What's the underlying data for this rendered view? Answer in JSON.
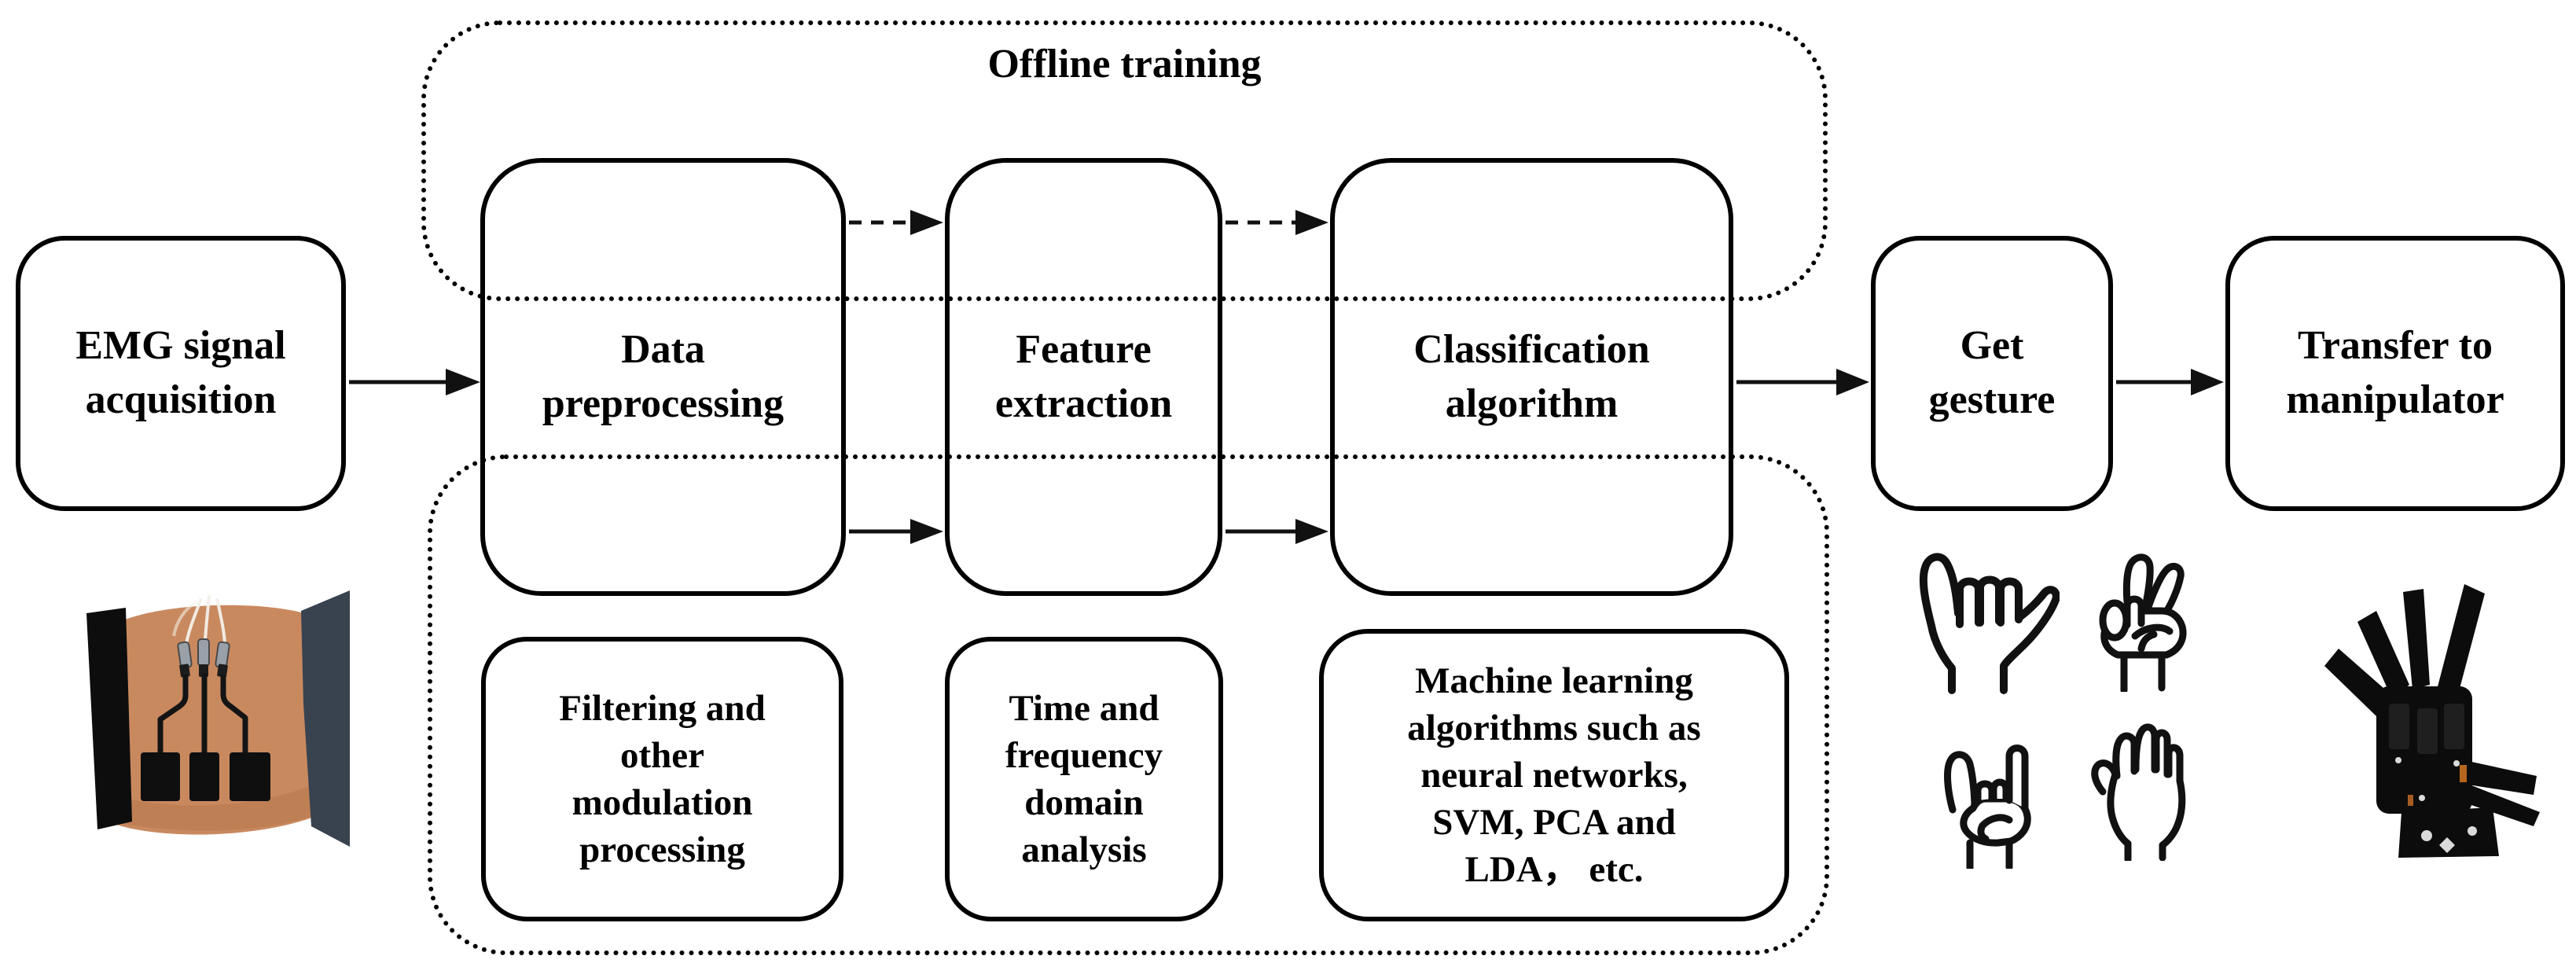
{
  "offline_training": {
    "label": "Offline training"
  },
  "nodes": {
    "emg_acquisition": {
      "line1": "EMG signal",
      "line2": "acquisition"
    },
    "data_preprocessing": {
      "line1": "Data",
      "line2": "preprocessing"
    },
    "feature_extraction": {
      "line1": "Feature",
      "line2": "extraction"
    },
    "classification_algorithm": {
      "line1": "Classification",
      "line2": "algorithm"
    },
    "get_gesture": {
      "line1": "Get",
      "line2": "gesture"
    },
    "transfer_manipulator": {
      "line1": "Transfer to",
      "line2": "manipulator"
    }
  },
  "details": {
    "filtering": {
      "lines": [
        "Filtering and",
        "other",
        "modulation",
        "processing"
      ]
    },
    "time_frequency": {
      "lines": [
        "Time and",
        "frequency",
        "domain",
        "analysis"
      ]
    },
    "machine_learning": {
      "lines": [
        "Machine learning",
        "algorithms such as",
        "neural networks,",
        "SVM, PCA and",
        "LDA， etc."
      ]
    }
  },
  "icons": {
    "arm_photo": "forearm-with-emg-electrodes-photo",
    "gesture_shaka": "shaka-hand-icon",
    "gesture_peace": "peace-hand-icon",
    "gesture_horns": "horns-hand-icon",
    "gesture_open_palm": "open-palm-hand-icon",
    "robot_hand": "robotic-manipulator-hand-photo"
  },
  "colors": {
    "ink": "#000000",
    "background": "#ffffff",
    "skin": "#c9895f",
    "skin_shadow": "#b3744a",
    "sleeve": "#39434f",
    "strap": "#0d0d0d",
    "electrode": "#0f0f0f",
    "connector_metal": "#9aa0a8",
    "wire_white": "#f4f1ea",
    "robot_black": "#0c0c0c",
    "robot_accent": "#b5651d"
  }
}
